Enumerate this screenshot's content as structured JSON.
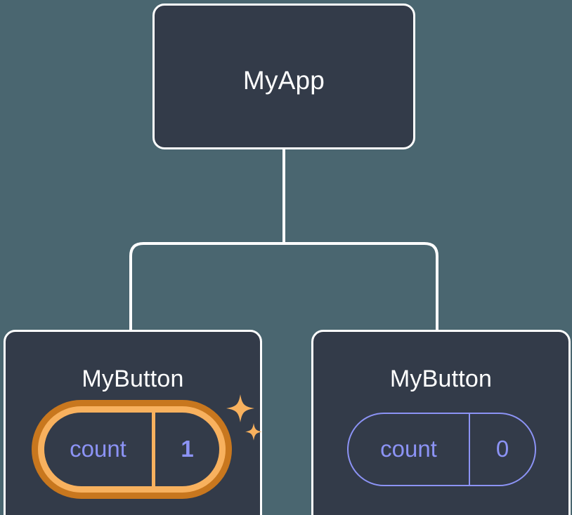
{
  "diagram": {
    "type": "component-tree",
    "background_color": "#4a6670",
    "node_fill_color": "#333b49",
    "node_border_color": "#ffffff",
    "connector_color": "#ffffff",
    "state_text_color": "#8c93f5",
    "highlight_outer_color": "#c8771e",
    "highlight_inner_color": "#f8b15e",
    "root": {
      "title": "MyApp"
    },
    "children": [
      {
        "title": "MyButton",
        "state": {
          "key": "count",
          "value": "1"
        },
        "highlighted": true,
        "sparkle_large": "sparkle-icon",
        "sparkle_small": "sparkle-icon"
      },
      {
        "title": "MyButton",
        "state": {
          "key": "count",
          "value": "0"
        },
        "highlighted": false
      }
    ]
  }
}
